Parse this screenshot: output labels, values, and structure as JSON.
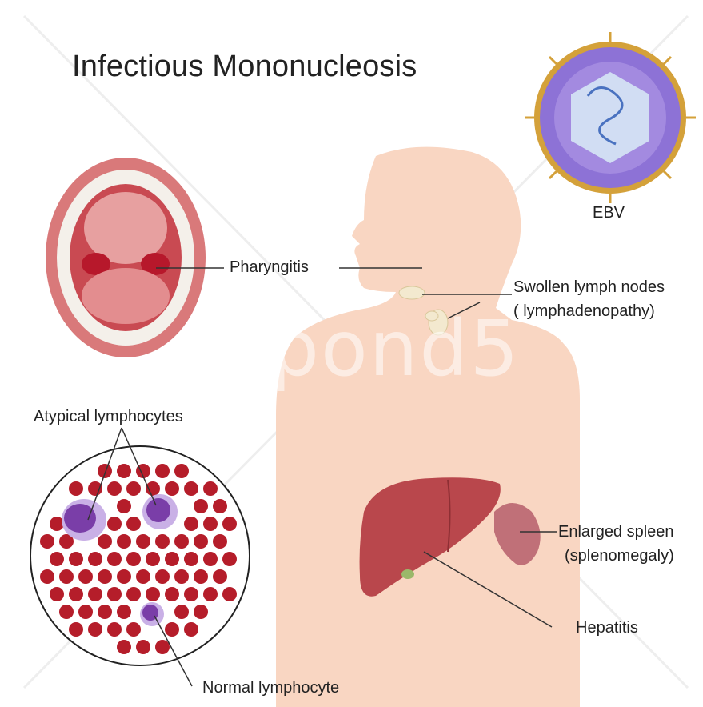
{
  "title": "Infectious Mononucleosis",
  "labels": {
    "pharyngitis": "Pharyngitis",
    "swollen_lymph_line1": "Swollen lymph nodes",
    "swollen_lymph_line2": "( lymphadenopathy)",
    "ebv": "EBV",
    "atypical_lymphocytes": "Atypical lymphocytes",
    "normal_lymphocyte": "Normal lymphocyte",
    "enlarged_spleen_line1": "Enlarged spleen",
    "enlarged_spleen_line2": "(splenomegaly)",
    "hepatitis": "Hepatitis"
  },
  "watermark": "pond5",
  "colors": {
    "skin": "#f9d6c2",
    "blood_cell": "#b51d2a",
    "lymphocyte_nucleus": "#7a3ea8",
    "liver": "#b9474c",
    "spleen": "#c07078",
    "virus_capsid": "#8d72d6",
    "virus_ring": "#d4a13a"
  }
}
